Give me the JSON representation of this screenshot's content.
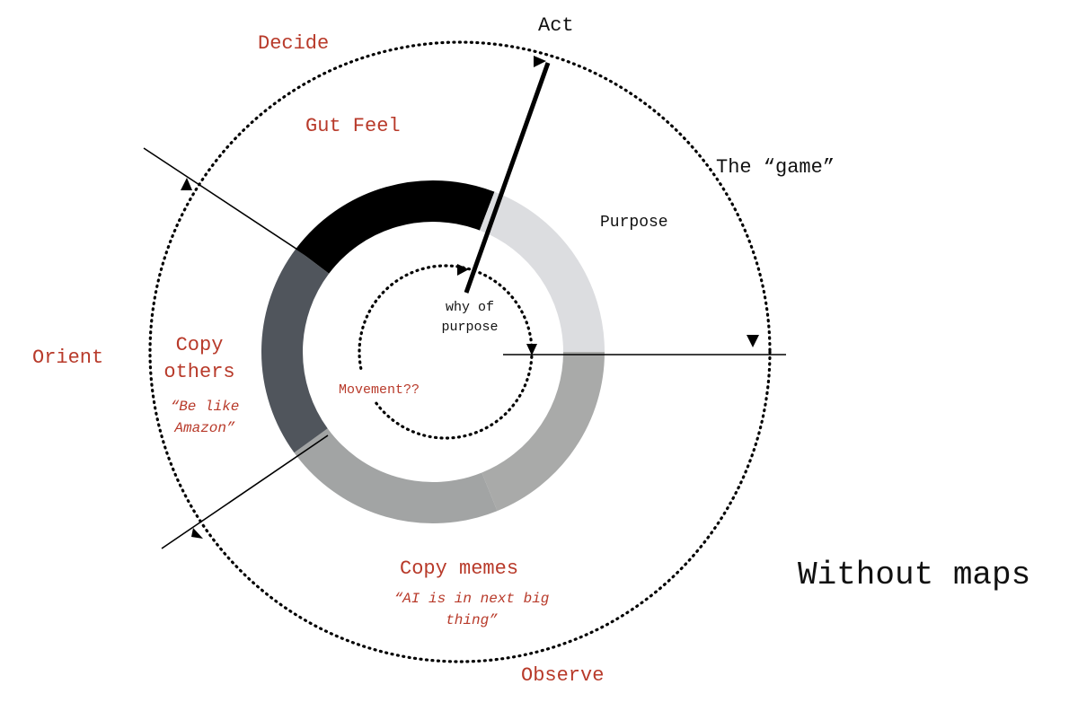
{
  "labels": {
    "decide": "Decide",
    "act": "Act",
    "gut_feel": "Gut Feel",
    "the_game": "The “game”",
    "purpose": "Purpose",
    "why_of_purpose": [
      "why of",
      "purpose"
    ],
    "orient": "Orient",
    "copy_others": [
      "Copy",
      "others"
    ],
    "be_like_amazon": [
      "“Be like",
      "Amazon”"
    ],
    "movement": "Movement??",
    "copy_memes": "Copy memes",
    "ai_quote": [
      "“AI is in next big",
      "thing”"
    ],
    "observe": "Observe",
    "without_maps": "Without maps"
  },
  "colors": {
    "accent_red": "#b83a2a",
    "segment_gut_feel": "#000000",
    "segment_purpose": "#dcdde0",
    "segment_lower_right": "#a9aaa9",
    "segment_copy_memes": "#a2a4a4",
    "segment_copy_others": "#50555c"
  }
}
